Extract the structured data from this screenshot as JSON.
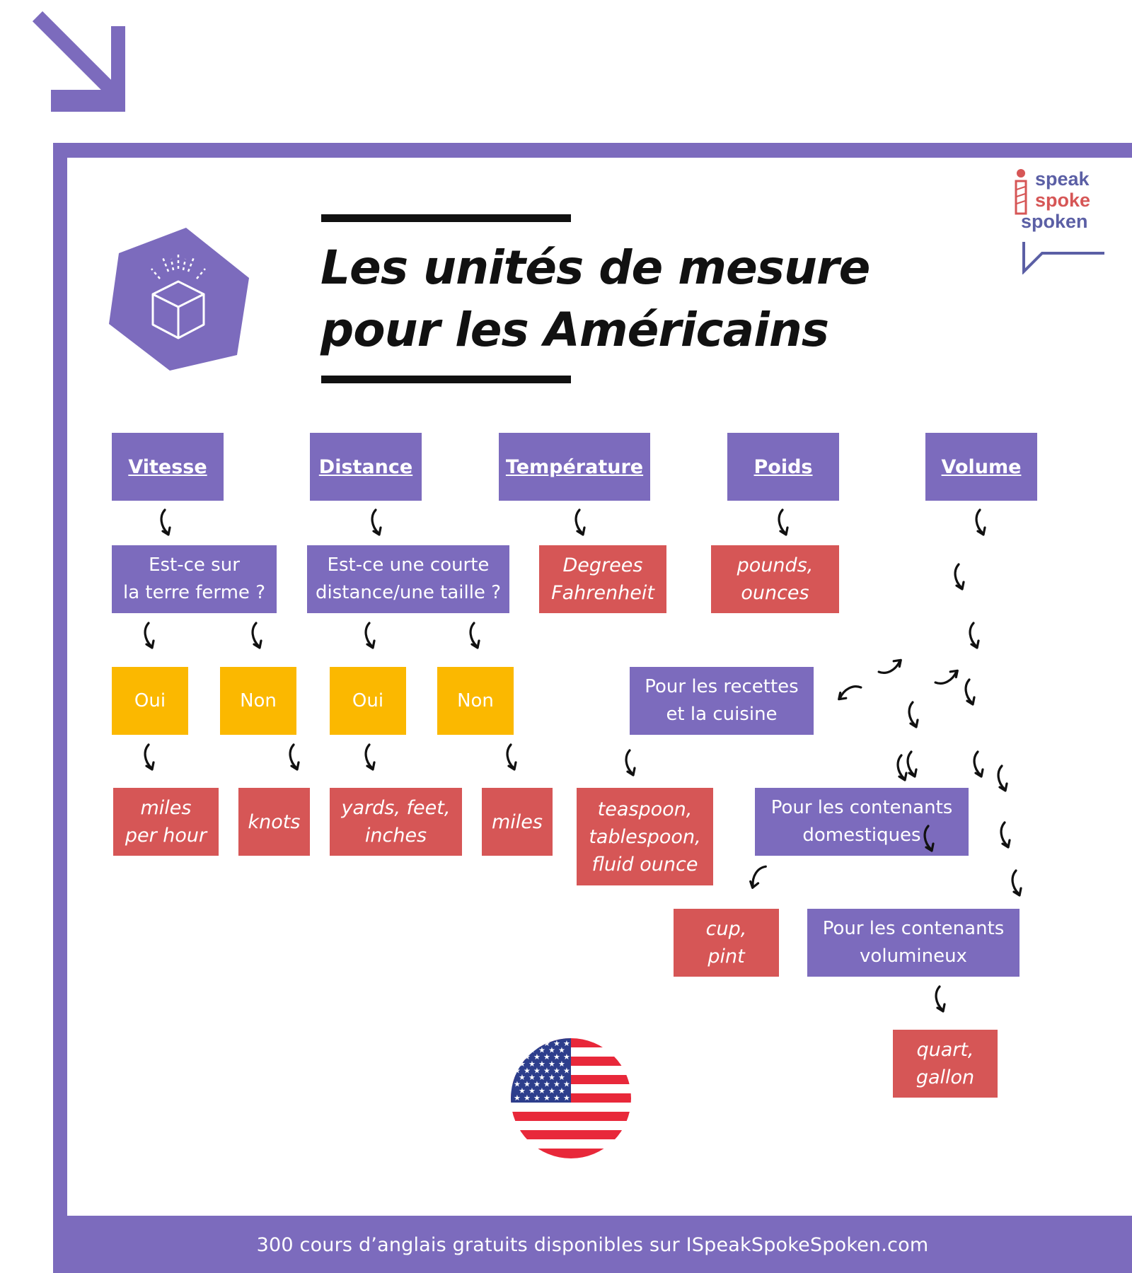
{
  "title": {
    "line1": "Les unités de mesure",
    "line2": "pour les Américains"
  },
  "logo": {
    "word1": "speak",
    "word2": "spoke",
    "word3": "spoken"
  },
  "categories": [
    "Vitesse",
    "Distance",
    "Température",
    "Poids",
    "Volume"
  ],
  "vitesse": {
    "question": [
      "Est-ce sur",
      "la terre ferme ?"
    ],
    "oui": "Oui",
    "non": "Non",
    "oui_answer": [
      "miles",
      "per hour"
    ],
    "non_answer": "knots"
  },
  "distance": {
    "question": [
      "Est-ce une courte",
      "distance/une taille ?"
    ],
    "oui": "Oui",
    "non": "Non",
    "oui_answer": [
      "yards, feet,",
      "inches"
    ],
    "non_answer": "miles"
  },
  "temperature": {
    "answer": [
      "Degrees",
      "Fahrenheit"
    ]
  },
  "poids": {
    "answer": [
      "pounds,",
      "ounces"
    ]
  },
  "volume": {
    "recettes": [
      "Pour les recettes",
      "et la cuisine"
    ],
    "recettes_answer": [
      "teaspoon,",
      "tablespoon,",
      "fluid ounce"
    ],
    "domestiques": [
      "Pour les contenants",
      "domestiques"
    ],
    "domestiques_answer": [
      "cup,",
      "pint"
    ],
    "volumineux": [
      "Pour les contenants",
      "volumineux"
    ],
    "volumineux_answer": [
      "quart,",
      "gallon"
    ]
  },
  "footer": "300 cours d’anglais gratuits disponibles sur ISpeakSpokeSpoken.com",
  "colors": {
    "purple": "#7c6bbd",
    "red": "#d65656",
    "yellow": "#fbb800",
    "black": "#111111"
  },
  "icons": [
    "corner-arrow-icon",
    "box-icon",
    "flag-usa-icon",
    "speech-bubble-icon"
  ]
}
